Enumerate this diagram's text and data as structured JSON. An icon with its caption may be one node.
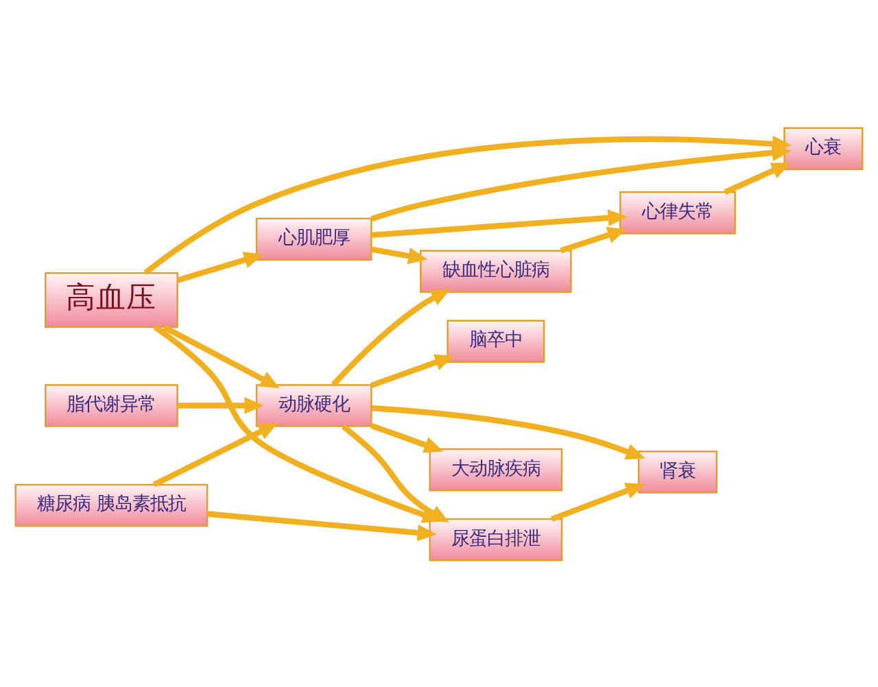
{
  "diagram": {
    "nodes": [
      {
        "text": [
          "高血压"
        ]
      },
      {
        "text": [
          "心肌肥厚"
        ]
      },
      {
        "text": [
          "缺血性心脏病"
        ]
      },
      {
        "text": [
          "心律失常"
        ]
      },
      {
        "text": [
          "脂代谢异常"
        ]
      },
      {
        "text": [
          "尿蛋白排泄"
        ]
      },
      {
        "text": [
          "心衰"
        ]
      },
      {
        "text": [
          "肾衰"
        ]
      },
      {
        "text": [
          "糖尿病 胰岛素抵抗"
        ]
      },
      {
        "text": [
          "动脉硬化"
        ]
      },
      {
        "text": [
          "大动脉疾病"
        ]
      },
      {
        "text": [
          "脑卒中"
        ]
      }
    ],
    "edges": [
      {
        "from": 0,
        "to": 1,
        "arrow": "to"
      },
      {
        "from": 1,
        "to": 2,
        "arrow": "to"
      },
      {
        "from": 1,
        "to": 3,
        "arrow": "to"
      },
      {
        "from": 1,
        "to": 6,
        "arrow": "to"
      },
      {
        "from": 0,
        "to": 5,
        "arrow": "to"
      },
      {
        "from": 0,
        "to": 6,
        "arrow": "to"
      },
      {
        "from": 0,
        "to": 9,
        "arrow": "to"
      },
      {
        "from": 2,
        "to": 3,
        "arrow": "to"
      },
      {
        "from": 3,
        "to": 6,
        "arrow": "to"
      },
      {
        "from": 4,
        "to": 9,
        "arrow": "to"
      },
      {
        "from": 8,
        "to": 5,
        "arrow": "to"
      },
      {
        "from": 8,
        "to": 9,
        "arrow": "to"
      },
      {
        "from": 9,
        "to": 5,
        "arrow": "to"
      },
      {
        "from": 9,
        "to": 2,
        "arrow": "to"
      },
      {
        "from": 5,
        "to": 7,
        "arrow": "to"
      },
      {
        "from": 9,
        "to": 7,
        "arrow": "to"
      },
      {
        "from": 9,
        "to": 10,
        "arrow": "to"
      },
      {
        "from": 9,
        "to": 11,
        "arrow": "to"
      }
    ]
  }
}
